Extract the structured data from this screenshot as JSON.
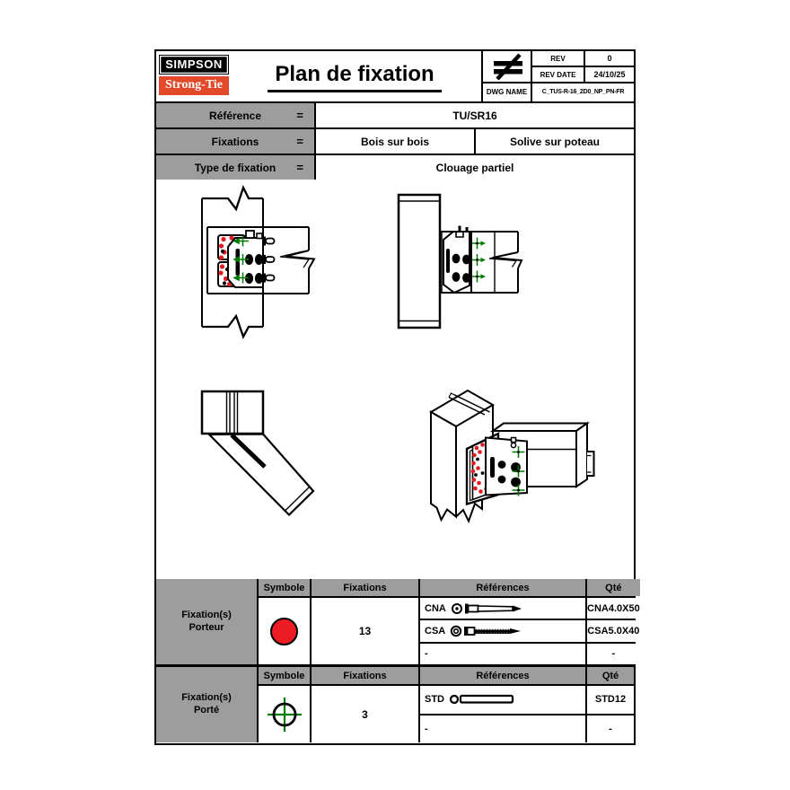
{
  "header": {
    "logo": {
      "line1": "SIMPSON",
      "line2": "Strong-Tie"
    },
    "title": "Plan de fixation",
    "rev": {
      "label": "REV",
      "value": "0"
    },
    "rev_date": {
      "label": "REV DATE",
      "value": "24/10/25"
    },
    "dwg": {
      "label": "DWG NAME",
      "value": "C_TUS-R-16_2D0_NP_PN-FR"
    }
  },
  "info": {
    "eq": "=",
    "rows": [
      {
        "label": "Référence",
        "values": [
          "TU/SR16"
        ]
      },
      {
        "label": "Fixations",
        "values": [
          "Bois sur bois",
          "Solive sur poteau"
        ]
      },
      {
        "label": "Type de fixation",
        "values": [
          "Clouage partiel"
        ]
      }
    ]
  },
  "fix": {
    "col_headers": {
      "symbole": "Symbole",
      "fixations": "Fixations",
      "references": "Références",
      "qte": "Qté"
    },
    "porteur": {
      "label_line1": "Fixation(s)",
      "label_line2": "Porteur",
      "symbol": "red-filled-circle",
      "rows": [
        {
          "code": "CNA",
          "icon": "nail-side-view",
          "reference": "CNA4.0X50"
        },
        {
          "code": "CSA",
          "icon": "screw-side-view",
          "reference": "CSA5.0X40"
        },
        {
          "code": "-",
          "icon": "none",
          "reference": "-"
        }
      ],
      "qty": "13"
    },
    "porte": {
      "label_line1": "Fixation(s)",
      "label_line2": "Porté",
      "symbol": "green-crosshair-circle",
      "rows": [
        {
          "code": "STD",
          "icon": "dowel-side-view",
          "reference": "STD12"
        },
        {
          "code": "-",
          "icon": "none",
          "reference": "-"
        }
      ],
      "qty": "3"
    }
  },
  "colors": {
    "brand_red": "#e2492a",
    "symbol_red": "#ed1c24",
    "nail_dot_red": "#e31b23",
    "marker_green": "#007a00",
    "header_gray": "#9d9d9d",
    "line_black": "#000000"
  }
}
